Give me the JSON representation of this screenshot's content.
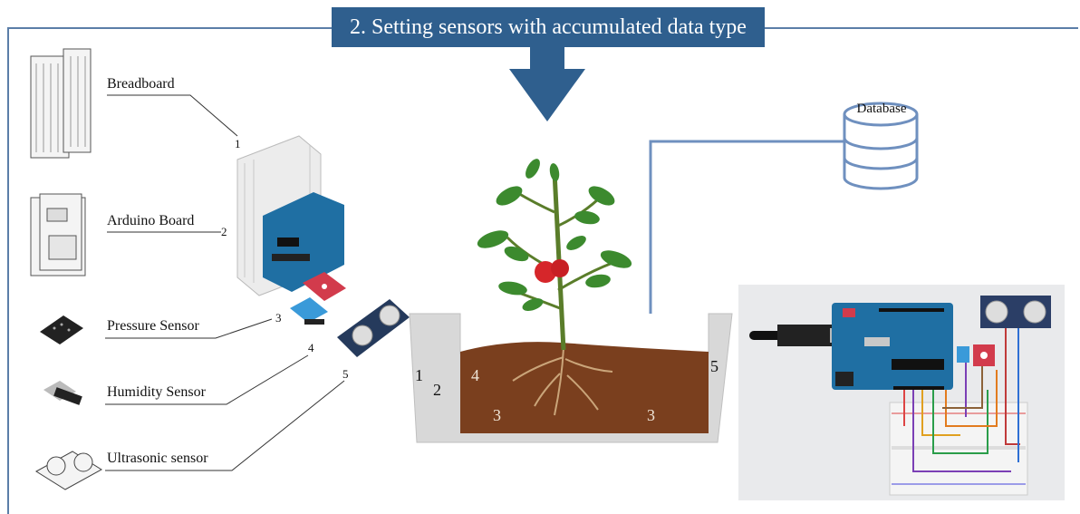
{
  "banner": {
    "title": "2. Setting sensors with accumulated data type"
  },
  "components": [
    {
      "number": "1",
      "label": "Breadboard",
      "icon": "breadboard-icon"
    },
    {
      "number": "2",
      "label": "Arduino Board",
      "icon": "arduino-board-icon"
    },
    {
      "number": "3",
      "label": "Pressure Sensor",
      "icon": "pressure-sensor-icon"
    },
    {
      "number": "4",
      "label": "Humidity Sensor",
      "icon": "humidity-sensor-icon"
    },
    {
      "number": "5",
      "label": "Ultrasonic sensor",
      "icon": "ultrasonic-sensor-icon"
    }
  ],
  "pot_markers": {
    "m1": "1",
    "m2": "2",
    "m3a": "3",
    "m3b": "3",
    "m4": "4",
    "m5": "5"
  },
  "database": {
    "label": "Database"
  },
  "colors": {
    "banner": "#2f5f8e",
    "arrow": "#2f5f8e",
    "line": "#5b7ea8",
    "soil": "#7a3f1e",
    "pot": "#d8d8d8",
    "leaf": "#3c8a2e",
    "tomato": "#d6262a",
    "arduino": "#1f6fa3"
  }
}
